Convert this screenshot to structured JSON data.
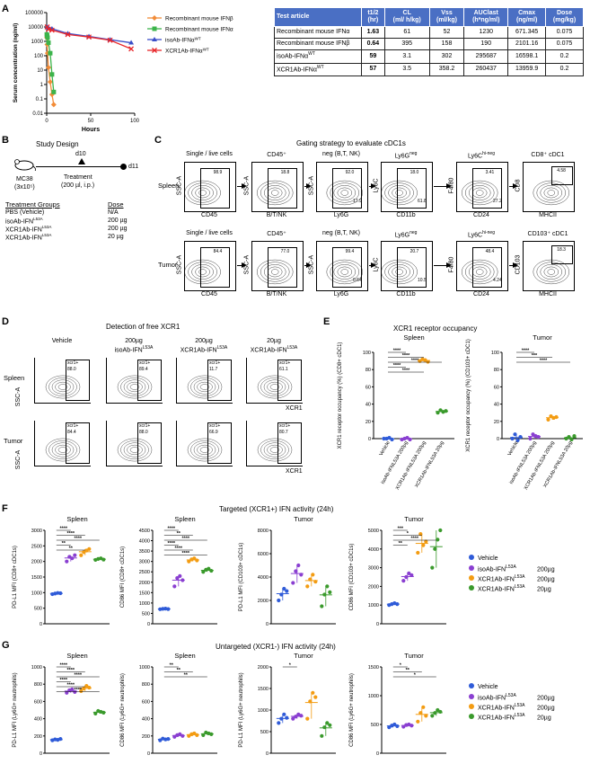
{
  "panels": {
    "A": "A",
    "B": "B",
    "C": "C",
    "D": "D",
    "E": "E",
    "F": "F",
    "G": "G"
  },
  "colors": {
    "ifnb": "#f28c38",
    "ifna": "#3cb44b",
    "iso": "#3b4fc8",
    "xcr1": "#e8262a",
    "vehicle": "#2f5bd8",
    "iso_purple": "#8a3fd1",
    "x200": "#f39c12",
    "x20": "#3a9a2c"
  },
  "panelA": {
    "chart_data": {
      "type": "line",
      "xlabel": "Hours",
      "ylabel": "Serum concentration (ng/ml)",
      "yscale": "log",
      "ylim": [
        0.01,
        100000
      ],
      "xlim": [
        0,
        100
      ],
      "x_ticks": [
        "0",
        "50",
        "100"
      ],
      "y_ticks": [
        "100000",
        "10000",
        "1000",
        "100",
        "10",
        "1",
        "0.1",
        "0.01"
      ],
      "series": [
        {
          "name": "Recombinant mouse IFNβ",
          "color": "#f28c38",
          "marker": "diamond",
          "x": [
            0.1,
            0.5,
            1,
            2,
            4,
            6,
            8
          ],
          "y": [
            1800,
            600,
            150,
            15,
            1.5,
            0.2,
            0.04
          ]
        },
        {
          "name": "Recombinant mouse IFNα",
          "color": "#3cb44b",
          "marker": "square",
          "x": [
            0.1,
            0.5,
            1,
            2,
            4,
            6,
            8
          ],
          "y": [
            3000,
            2500,
            1800,
            800,
            150,
            5,
            0.3
          ]
        },
        {
          "name": "isoAb-IFNα",
          "sup": "WT",
          "color": "#3b4fc8",
          "marker": "triangle",
          "x": [
            0.5,
            2,
            6,
            24,
            48,
            72,
            96
          ],
          "y": [
            10000,
            8500,
            7500,
            3500,
            2200,
            1300,
            800
          ]
        },
        {
          "name": "XCR1Ab-IFNα",
          "sup": "WT",
          "color": "#e8262a",
          "marker": "x",
          "x": [
            0.5,
            2,
            6,
            24,
            48,
            72,
            96
          ],
          "y": [
            10000,
            7000,
            6000,
            3000,
            2000,
            1200,
            300
          ]
        }
      ]
    },
    "table": {
      "headers": [
        [
          "Test article",
          ""
        ],
        [
          "t1/2",
          "(hr)"
        ],
        [
          "CL",
          "(ml/ h/kg)"
        ],
        [
          "Vss",
          "(ml/kg)"
        ],
        [
          "AUClast",
          "(h*ng/ml)"
        ],
        [
          "Cmax",
          "(ng/ml)"
        ],
        [
          "Dose",
          "(mg/kg)"
        ]
      ],
      "rows": [
        [
          "Recombinant mouse IFNα",
          "1.63",
          "61",
          "52",
          "1230",
          "671.345",
          "0.075"
        ],
        [
          "Recombinant mouse IFNβ",
          "0.64",
          "395",
          "158",
          "190",
          "2101.16",
          "0.075"
        ],
        [
          "isoAb-IFNα",
          "59",
          "3.1",
          "302",
          "295687",
          "16598.1",
          "0.2"
        ],
        [
          "XCR1Ab-IFNα",
          "57",
          "3.5",
          "358.2",
          "260437",
          "13959.9",
          "0.2"
        ]
      ],
      "sup": "WT"
    }
  },
  "panelB": {
    "title": "Study Design",
    "d10": "d10",
    "d11": "d11",
    "mc38": "MC38",
    "cells": "(3x10⁵)",
    "treatment": "Treatment",
    "treatment_detail": "(200 µl, i.p.)",
    "groups_header": "Treatment Groups",
    "dose_header": "Dose",
    "groups": [
      {
        "name": "PBS (Vehicle)",
        "sup": "",
        "dose": "N/A"
      },
      {
        "name": "isoAb-IFN",
        "sup": "L53A",
        "dose": "200 µg"
      },
      {
        "name": "XCR1Ab-IFN",
        "sup": "L53A",
        "dose": "200 µg"
      },
      {
        "name": "XCR1Ab-IFN",
        "sup": "L53A",
        "dose": "20 µg"
      }
    ]
  },
  "panelC": {
    "title": "Gating strategy to evaluate cDC1s",
    "row_labels": [
      "Spleen",
      "Tumor"
    ],
    "spleen": [
      {
        "title": "Single / live cells",
        "y": "SSC-A",
        "x": "CD45",
        "val": "98.9"
      },
      {
        "title": "CD45⁺",
        "y": "SSC-A",
        "x": "B/T/NK",
        "val": "18.8"
      },
      {
        "title": "neg (B,T, NK)",
        "y": "SSC-A",
        "x": "Ly6G",
        "val": "92.0",
        "val2": "17.9"
      },
      {
        "title": "Ly6G",
        "sup": "neg",
        "y": "Ly6C",
        "x": "CD11b",
        "val": "18.0",
        "val2": "61.8"
      },
      {
        "title": "Ly6C",
        "sup": "hi-neg",
        "y": "F4/80",
        "x": "CD24",
        "val": "3.41",
        "val2": "27.2"
      },
      {
        "title": "CD8⁺ cDC1",
        "y": "CD8",
        "x": "MHCII",
        "val": "4.58"
      }
    ],
    "tumor": [
      {
        "title": "Single / live cells",
        "y": "SSC-A",
        "x": "CD45",
        "val": "84.4"
      },
      {
        "title": "CD45⁺",
        "y": "SSC-A",
        "x": "B/T/NK",
        "val": "77.0"
      },
      {
        "title": "neg (B,T, NK)",
        "y": "SSC-A",
        "x": "Ly6G",
        "val": "99.4",
        "val2": "0.64"
      },
      {
        "title": "Ly6G",
        "sup": "neg",
        "y": "Ly6C",
        "x": "CD11b",
        "val": "20.7",
        "val2": "10.5"
      },
      {
        "title": "Ly6C",
        "sup": "hi-neg",
        "y": "F4/80",
        "x": "CD24",
        "val": "48.4",
        "val2": "4.24"
      },
      {
        "title": "CD103⁺ cDC1",
        "y": "CD103",
        "x": "MHCII",
        "val": "18.3"
      }
    ]
  },
  "panelD": {
    "title": "Detection of free XCR1",
    "cols": [
      {
        "l1": "Vehicle",
        "l2": "",
        "sup": ""
      },
      {
        "l1": "200µg",
        "l2": "isoAb-IFN",
        "sup": "L53A"
      },
      {
        "l1": "200µg",
        "l2": "XCR1Ab-IFN",
        "sup": "L53A"
      },
      {
        "l1": "20µg",
        "l2": "XCR1Ab-IFN",
        "sup": "L53A"
      }
    ],
    "rows": [
      "Spleen",
      "Tumor"
    ],
    "y": "SSC-A",
    "x": "XCR1",
    "gate": "xcr1+",
    "spleen_vals": [
      "88.0",
      "89.4",
      "11.7",
      "61.1"
    ],
    "tumor_vals": [
      "84.4",
      "88.0",
      "66.9",
      "80.7"
    ]
  },
  "panelE": {
    "title": "XCR1 receptor occupancy",
    "charts": [
      {
        "chart_data": {
          "type": "scatter",
          "title": "Spleen",
          "ylabel": "XCR1 receptor occupancy (%) (CD8+ cDC1)",
          "ylim": [
            0,
            100
          ],
          "yticks": [
            "0",
            "20",
            "40",
            "60",
            "80",
            "100"
          ],
          "categories": [
            "Vehicle",
            "isoAb-IFNL53A 200µg",
            "XCR1Ab-IFNL53A 200µg",
            "XCR1Ab-IFNL53A 20µg"
          ],
          "values": [
            [
              0,
              0,
              1,
              -1
            ],
            [
              -1,
              0,
              1,
              -1
            ],
            [
              90,
              92,
              91,
              89
            ],
            [
              30,
              33,
              31,
              32
            ]
          ],
          "sig": [
            "****",
            "****",
            "****",
            "****",
            "****"
          ]
        }
      },
      {
        "chart_data": {
          "type": "scatter",
          "title": "Tumor",
          "ylabel": "XCR1 receptor occupancy (%) (CD103+ cDC1)",
          "ylim": [
            0,
            100
          ],
          "yticks": [
            "0",
            "20",
            "40",
            "60",
            "80",
            "100"
          ],
          "categories": [
            "Vehicle",
            "isoAb-IFNL53A 200µg",
            "XCR1Ab-IFNL53A 200µg",
            "XCR1Ab-IFNL53A 20µg"
          ],
          "values": [
            [
              0,
              5,
              -2,
              2
            ],
            [
              0,
              5,
              3,
              2
            ],
            [
              22,
              26,
              24,
              25
            ],
            [
              0,
              2,
              -1,
              3
            ]
          ],
          "sig": [
            "****",
            "***",
            "****"
          ]
        }
      }
    ]
  },
  "panelF": {
    "title": "Targeted (XCR1+) IFN activity (24h)",
    "charts": [
      {
        "chart_data": {
          "type": "scatter",
          "title": "Spleen",
          "ylabel": "PD-L1 MFI (CD8+ cDC1s)",
          "ylim": [
            0,
            3000
          ],
          "yticks": [
            "0",
            "500",
            "1000",
            "1500",
            "2000",
            "2500",
            "3000"
          ],
          "values": [
            [
              950,
              970,
              990,
              980
            ],
            [
              2000,
              2150,
              2100,
              2200
            ],
            [
              2200,
              2300,
              2350,
              2400
            ],
            [
              2050,
              2080,
              2100,
              2060
            ]
          ],
          "sig": [
            "****",
            "****",
            "****",
            "**",
            "**"
          ]
        }
      },
      {
        "chart_data": {
          "type": "scatter",
          "title": "Spleen",
          "ylabel": "CD86 MFI (CD8+ cDC1s)",
          "ylim": [
            0,
            4500
          ],
          "yticks": [
            "0",
            "500",
            "1000",
            "1500",
            "2000",
            "2500",
            "3000",
            "3500",
            "4000",
            "4500"
          ],
          "values": [
            [
              700,
              720,
              730,
              710
            ],
            [
              1800,
              2200,
              2300,
              2100
            ],
            [
              3000,
              3100,
              3150,
              3050
            ],
            [
              2500,
              2600,
              2650,
              2550
            ]
          ],
          "sig": [
            "****",
            "**",
            "****",
            "****",
            "****",
            "****"
          ]
        }
      },
      {
        "chart_data": {
          "type": "scatter",
          "title": "Tumor",
          "ylabel": "PD-L1 MFI (CD103+ cDC1s)",
          "ylim": [
            0,
            8000
          ],
          "yticks": [
            "0",
            "2000",
            "4000",
            "6000",
            "8000"
          ],
          "values": [
            [
              2000,
              2500,
              3000,
              2800
            ],
            [
              3500,
              4500,
              5000,
              4200
            ],
            [
              3200,
              3800,
              4200,
              3600
            ],
            [
              1500,
              2500,
              3200,
              2700
            ]
          ],
          "sig": []
        }
      },
      {
        "chart_data": {
          "type": "scatter",
          "title": "Tumor",
          "ylabel": "CD86 MFI (CD103+ cDC1s)",
          "ylim": [
            0,
            5000
          ],
          "yticks": [
            "0",
            "1000",
            "2000",
            "3000",
            "4000",
            "5000"
          ],
          "values": [
            [
              1000,
              1050,
              1100,
              1050
            ],
            [
              2300,
              2500,
              2700,
              2600
            ],
            [
              3800,
              4800,
              4200,
              4400
            ],
            [
              3000,
              4000,
              4500,
              5000
            ]
          ],
          "sig": [
            "***",
            "*",
            "****",
            "**"
          ]
        }
      }
    ]
  },
  "panelG": {
    "title": "Untargeted (XCR1-) IFN activity (24h)",
    "charts": [
      {
        "chart_data": {
          "type": "scatter",
          "title": "Spleen",
          "ylabel": "PD-L1 MFI (Ly6G+ neutrophils)",
          "ylim": [
            0,
            1000
          ],
          "yticks": [
            "0",
            "200",
            "400",
            "600",
            "800",
            "1000"
          ],
          "values": [
            [
              150,
              160,
              155,
              165
            ],
            [
              700,
              730,
              740,
              710
            ],
            [
              720,
              750,
              780,
              760
            ],
            [
              460,
              490,
              480,
              470
            ]
          ],
          "sig": [
            "****",
            "****",
            "****",
            "****",
            "****",
            "****"
          ]
        }
      },
      {
        "chart_data": {
          "type": "scatter",
          "title": "Spleen",
          "ylabel": "CD86 MFI (Ly6G+ neutrophils)",
          "ylim": [
            0,
            1000
          ],
          "yticks": [
            "0",
            "200",
            "400",
            "600",
            "800",
            "1000"
          ],
          "values": [
            [
              150,
              170,
              160,
              165
            ],
            [
              190,
              210,
              220,
              200
            ],
            [
              200,
              220,
              230,
              210
            ],
            [
              210,
              240,
              230,
              220
            ]
          ],
          "sig": [
            "**",
            "**",
            "**"
          ]
        }
      },
      {
        "chart_data": {
          "type": "scatter",
          "title": "Tumor",
          "ylabel": "PD-L1 MFI (Ly6G+ neutrophils)",
          "ylim": [
            0,
            2000
          ],
          "yticks": [
            "0",
            "500",
            "1000",
            "1500",
            "2000"
          ],
          "values": [
            [
              700,
              800,
              900,
              820
            ],
            [
              800,
              850,
              900,
              870
            ],
            [
              800,
              1200,
              1400,
              1300
            ],
            [
              400,
              600,
              700,
              650
            ]
          ],
          "sig": [
            "*"
          ]
        }
      },
      {
        "chart_data": {
          "type": "scatter",
          "title": "Tumor",
          "ylabel": "CD86 MFI (Ly6G+ neutrophils)",
          "ylim": [
            0,
            1500
          ],
          "yticks": [
            "0",
            "500",
            "1000",
            "1500"
          ],
          "values": [
            [
              450,
              480,
              500,
              470
            ],
            [
              460,
              490,
              500,
              480
            ],
            [
              550,
              700,
              800,
              650
            ],
            [
              650,
              700,
              750,
              720
            ]
          ],
          "sig": [
            "*",
            "**",
            "*"
          ]
        }
      }
    ]
  },
  "legend": [
    {
      "name": "Vehicle",
      "sup": "",
      "dose": "",
      "color": "#2f5bd8"
    },
    {
      "name": "isoAb-IFN",
      "sup": "L53A",
      "dose": "200µg",
      "color": "#8a3fd1"
    },
    {
      "name": "XCR1Ab-IFN",
      "sup": "L53A",
      "dose": "200µg",
      "color": "#f39c12"
    },
    {
      "name": "XCR1Ab-IFN",
      "sup": "L53A",
      "dose": "20µg",
      "color": "#3a9a2c"
    }
  ]
}
